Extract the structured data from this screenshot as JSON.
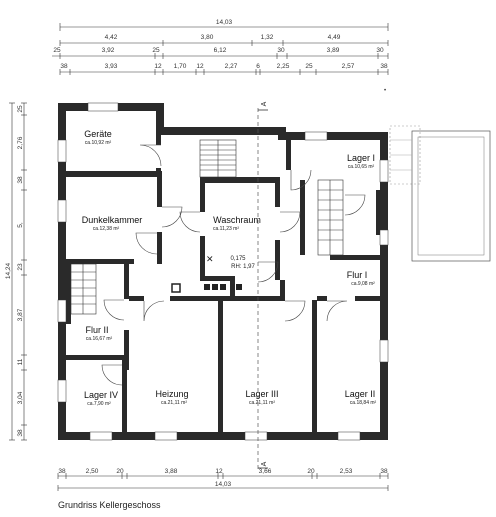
{
  "dimensions": {
    "top_total": "14,03",
    "top_row1": [
      "4,42",
      "3,80",
      "1,32",
      "4,49"
    ],
    "top_row2": [
      "25",
      "3,92",
      "25",
      "6,12",
      "30",
      "3,89",
      "30"
    ],
    "top_row3": [
      "38",
      "3,93",
      "12",
      "1,70",
      "12",
      "2,27",
      "6",
      "2,25",
      "25",
      "2,57",
      "38"
    ],
    "bottom_row1": [
      "38",
      "2,50",
      "20",
      "3,88",
      "12",
      "3,66",
      "20",
      "2,53",
      "38"
    ],
    "bottom_total": "14,03",
    "left_total": "14,24",
    "left_segments": [
      "25",
      "2,76",
      "38",
      "5,",
      "23",
      "3,87",
      "11",
      "3,04",
      "38"
    ]
  },
  "section_marker": "A",
  "rooms": [
    {
      "name": "Geräte",
      "area": "ca.10,92 m²"
    },
    {
      "name": "Dunkelkammer",
      "area": "ca.12,38 m²"
    },
    {
      "name": "Waschraum",
      "area": "ca.11,23 m²"
    },
    {
      "name": "Lager I",
      "area": "ca.10,65 m²"
    },
    {
      "name": "Flur I",
      "area": "ca.9,08 m²"
    },
    {
      "name": "Flur II",
      "area": "ca.16,67 m²"
    },
    {
      "name": "Lager IV",
      "area": "ca.7,90 m²"
    },
    {
      "name": "Heizung",
      "area": "ca.21,11 m²"
    },
    {
      "name": "Lager III",
      "area": "ca.21,11 m²"
    },
    {
      "name": "Lager II",
      "area": "ca.18,84 m²"
    }
  ],
  "annotations": {
    "height_mark": "RH: 1,97",
    "height_mark2": "0,175"
  },
  "caption": "Grundriss Kellergeschoss"
}
